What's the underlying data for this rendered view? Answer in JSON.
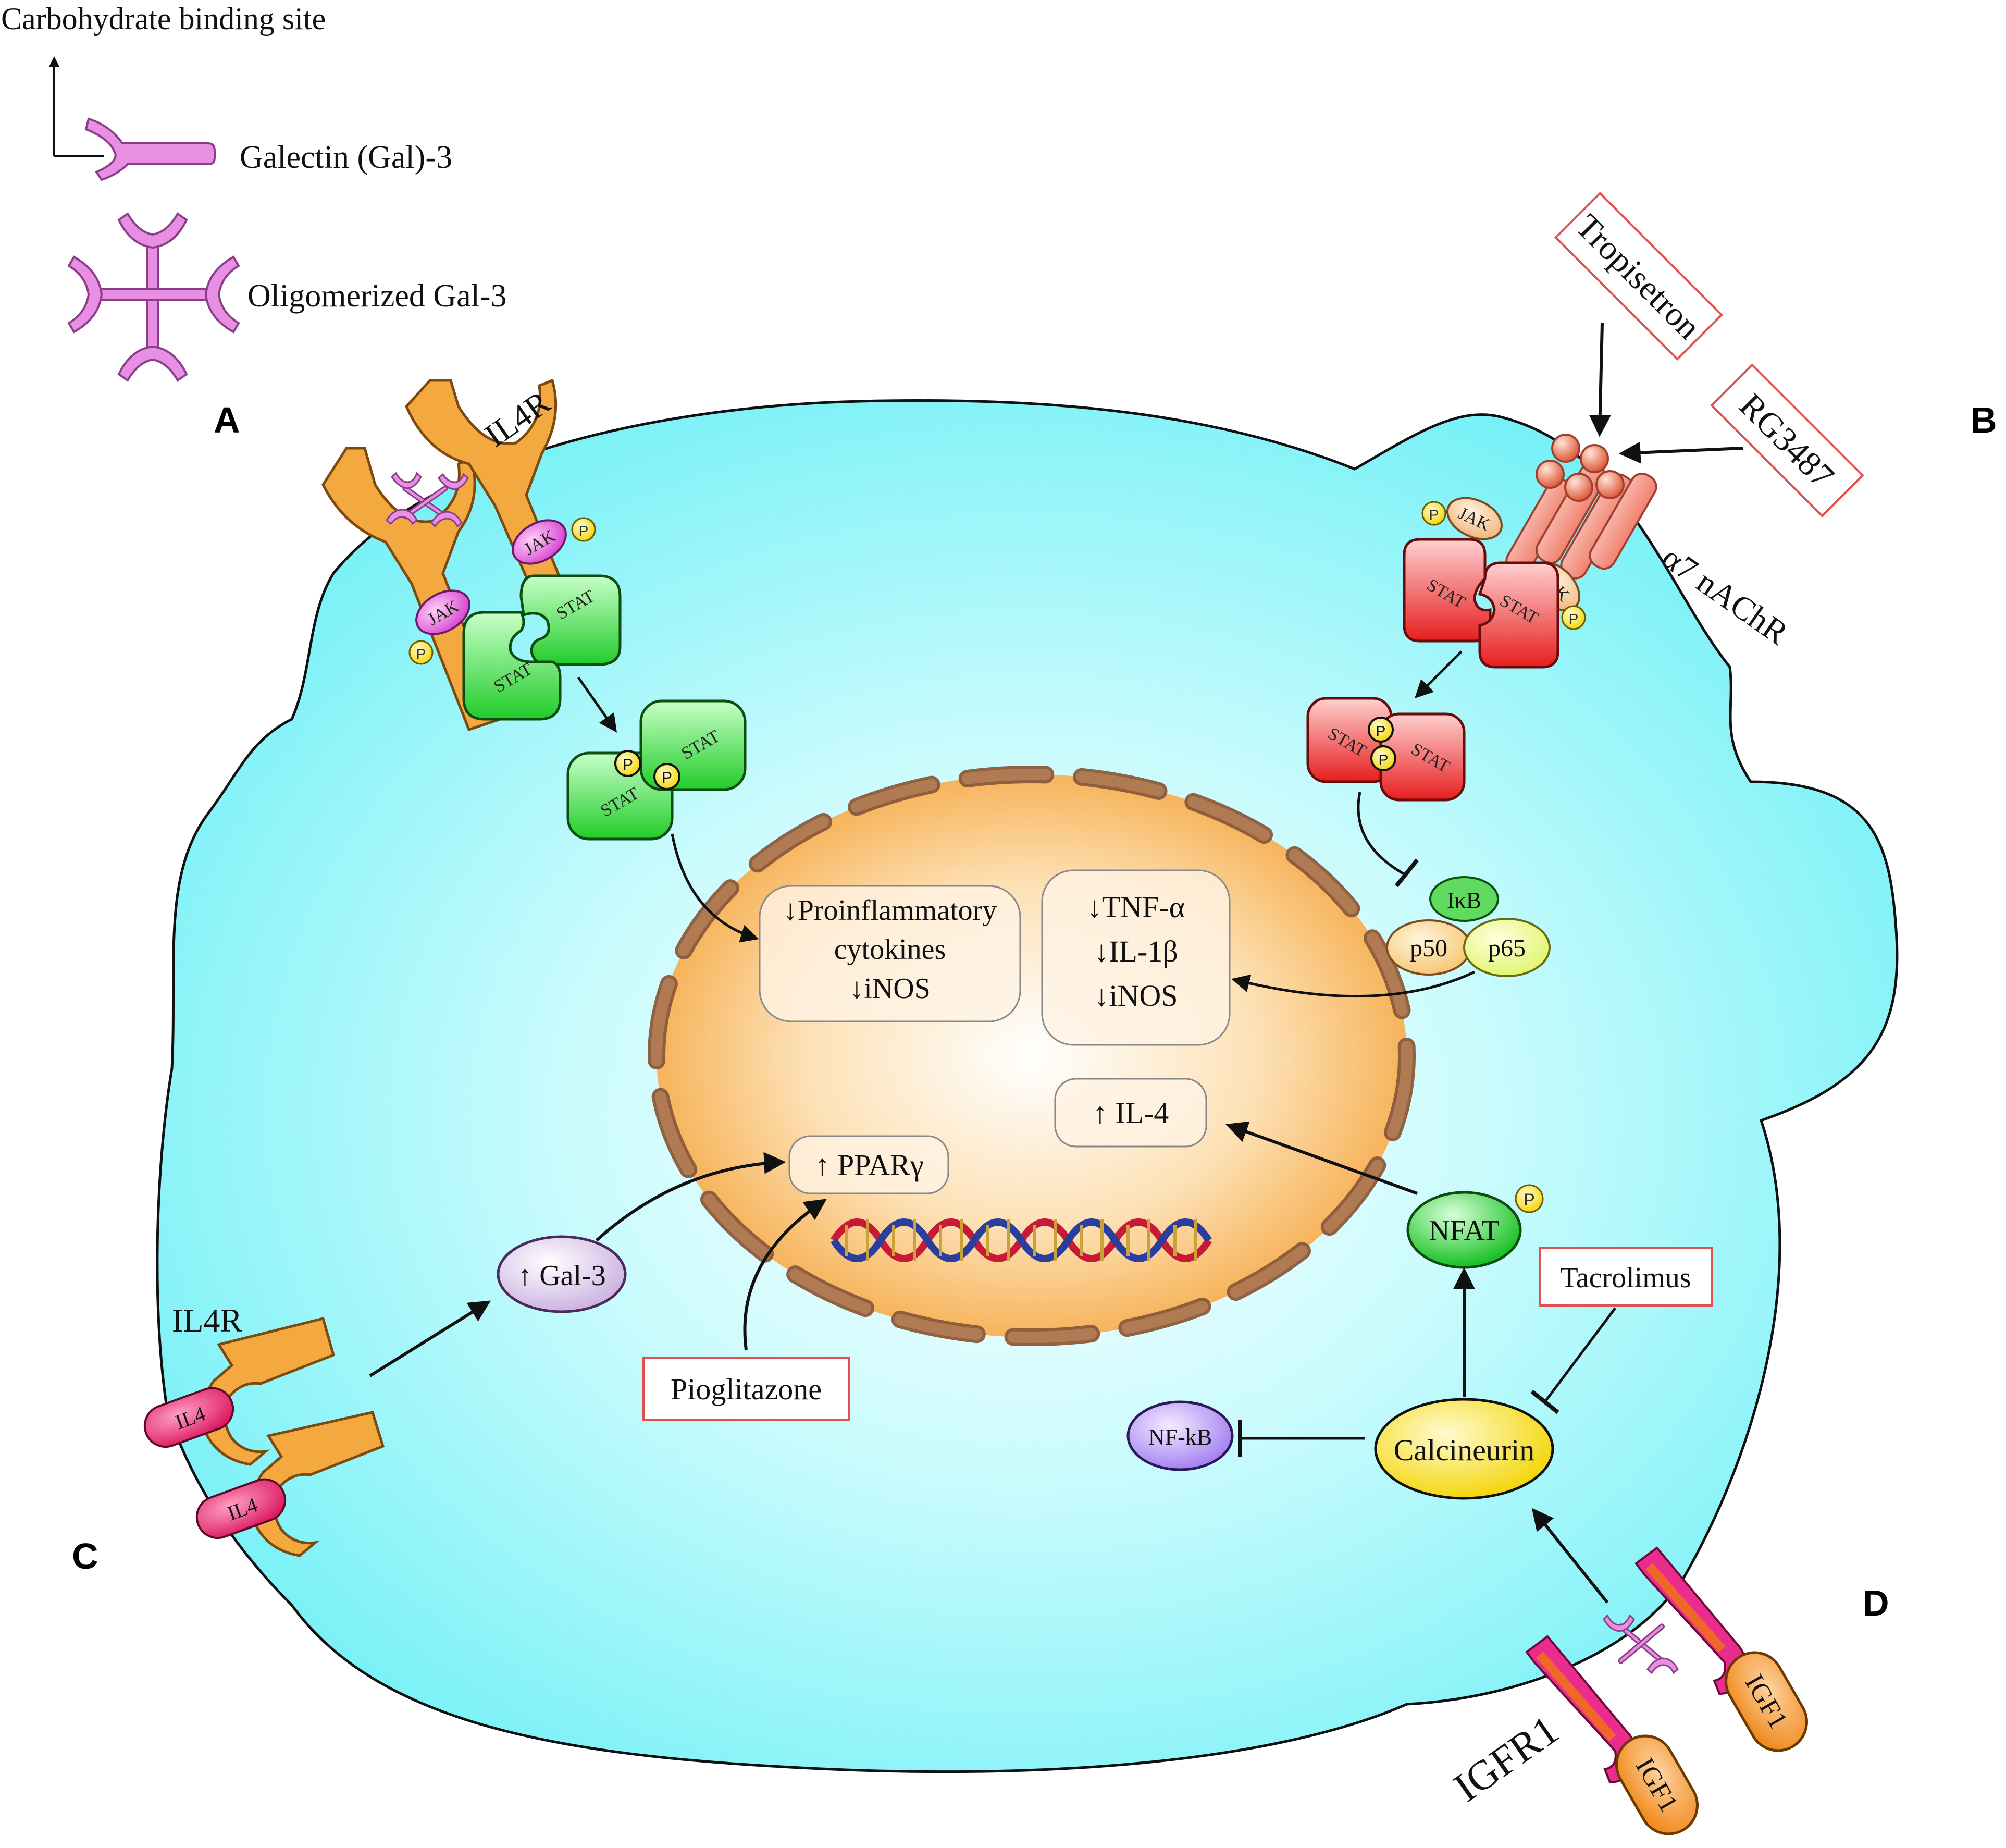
{
  "legend": {
    "binding_site": "Carbohydrate binding site",
    "galectin": "Galectin (Gal)-3",
    "oligomer": "Oligomerized Gal-3"
  },
  "panels": {
    "a": "A",
    "b": "B",
    "c": "C",
    "d": "D"
  },
  "receptors": {
    "il4r_top": "IL4R",
    "il4r_left": "IL4R",
    "a7": "α7 nAChR",
    "igfr1": "IGFR1",
    "il4": "IL4",
    "igf1": "IGF1"
  },
  "molecules": {
    "jak": "JAK",
    "stat": "STAT",
    "p": "P",
    "ikb": "IκB",
    "p50": "p50",
    "p65": "p65",
    "nfat": "NFAT",
    "calcineurin": "Calcineurin",
    "nfkb": "NF-kB",
    "gal3": "↑ Gal-3"
  },
  "drugs": {
    "tropisetron": "Tropisetron",
    "rg3487": "RG3487",
    "pioglitazone": "Pioglitazone",
    "tacrolimus": "Tacrolimus"
  },
  "nucleus": {
    "box1": [
      "↓Proinflammatory",
      "cytokines",
      "↓iNOS"
    ],
    "box2": [
      "↓TNF-α",
      "↓IL-1β",
      "↓iNOS"
    ],
    "il4": "↑ IL-4",
    "ppar": "↑ PPARγ"
  },
  "colors": {
    "cell": "#7ff3f7",
    "nucleus": "#f6b85d",
    "receptor": "#f4a940",
    "gal3": "#e27fe0",
    "stat_green": "#33d93a",
    "stat_red": "#ee2f2f",
    "drug_border": "#e05050"
  }
}
